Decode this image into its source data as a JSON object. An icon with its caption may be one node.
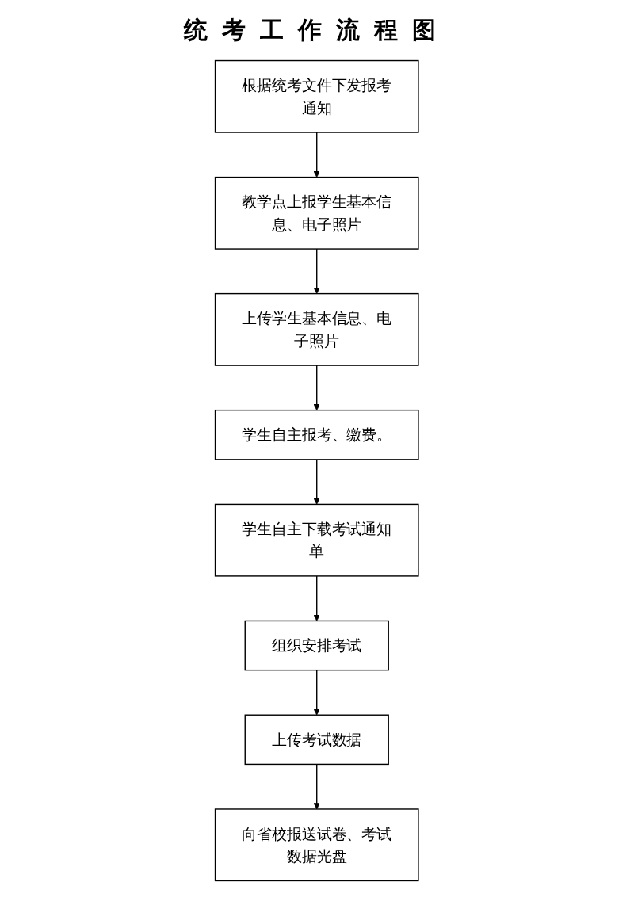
{
  "diagram": {
    "title": "统考工作流程图",
    "nodes": [
      {
        "text": [
          "根据统考文件下发报考通知"
        ]
      },
      {
        "text": [
          "教学点上报学生基本信息、电子照片"
        ]
      },
      {
        "text": [
          "上传学生基本信息、电子照片"
        ]
      },
      {
        "text": [
          "学生自主报考、缴费。"
        ]
      },
      {
        "text": [
          "学生自主下载考试通知单"
        ]
      },
      {
        "text": [
          "组织安排考试"
        ]
      },
      {
        "text": [
          "上传考试数据"
        ]
      },
      {
        "text": [
          "向省校报送试卷、考试数据光盘"
        ]
      }
    ],
    "edges": [
      {
        "from": 0,
        "to": 1,
        "arrow": "to"
      },
      {
        "from": 1,
        "to": 2,
        "arrow": "to"
      },
      {
        "from": 2,
        "to": 3,
        "arrow": "to"
      },
      {
        "from": 3,
        "to": 4,
        "arrow": "to"
      },
      {
        "from": 4,
        "to": 5,
        "arrow": "to"
      },
      {
        "from": 5,
        "to": 6,
        "arrow": "to"
      },
      {
        "from": 6,
        "to": 7,
        "arrow": "to"
      }
    ]
  }
}
